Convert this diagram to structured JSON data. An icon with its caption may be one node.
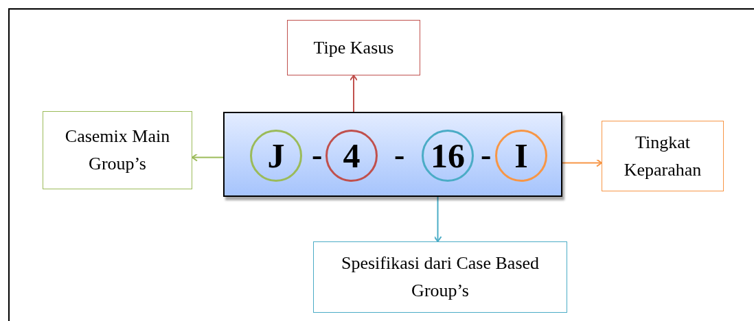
{
  "diagram": {
    "nodes": [
      {
        "text": [
          "Tipe Kasus"
        ]
      },
      {
        "text": [
          "Casemix Main Group’s"
        ]
      },
      {
        "text": [],
        "shape": "box"
      },
      {
        "text": [
          "J"
        ],
        "in": 2
      },
      {
        "text": [
          "4"
        ],
        "in": 2
      },
      {
        "text": [
          "16"
        ],
        "in": 2
      },
      {
        "text": [
          "I"
        ],
        "in": 2
      },
      {
        "text": [
          "Tingkat Keparahan"
        ]
      },
      {
        "text": [
          "Spesifikasi dari Case Based Group’s"
        ]
      }
    ],
    "edges": [
      {
        "from": 2,
        "to": 0,
        "arrow": "to",
        "color": "#c0504d"
      },
      {
        "from": 2,
        "to": 1,
        "arrow": "to",
        "color": "#9bbb59"
      },
      {
        "from": 2,
        "to": 7,
        "arrow": "to",
        "color": "#f79646"
      },
      {
        "from": 2,
        "to": 8,
        "arrow": "to",
        "color": "#4bacc6"
      }
    ],
    "labels": [
      "-",
      "-",
      "-"
    ]
  }
}
